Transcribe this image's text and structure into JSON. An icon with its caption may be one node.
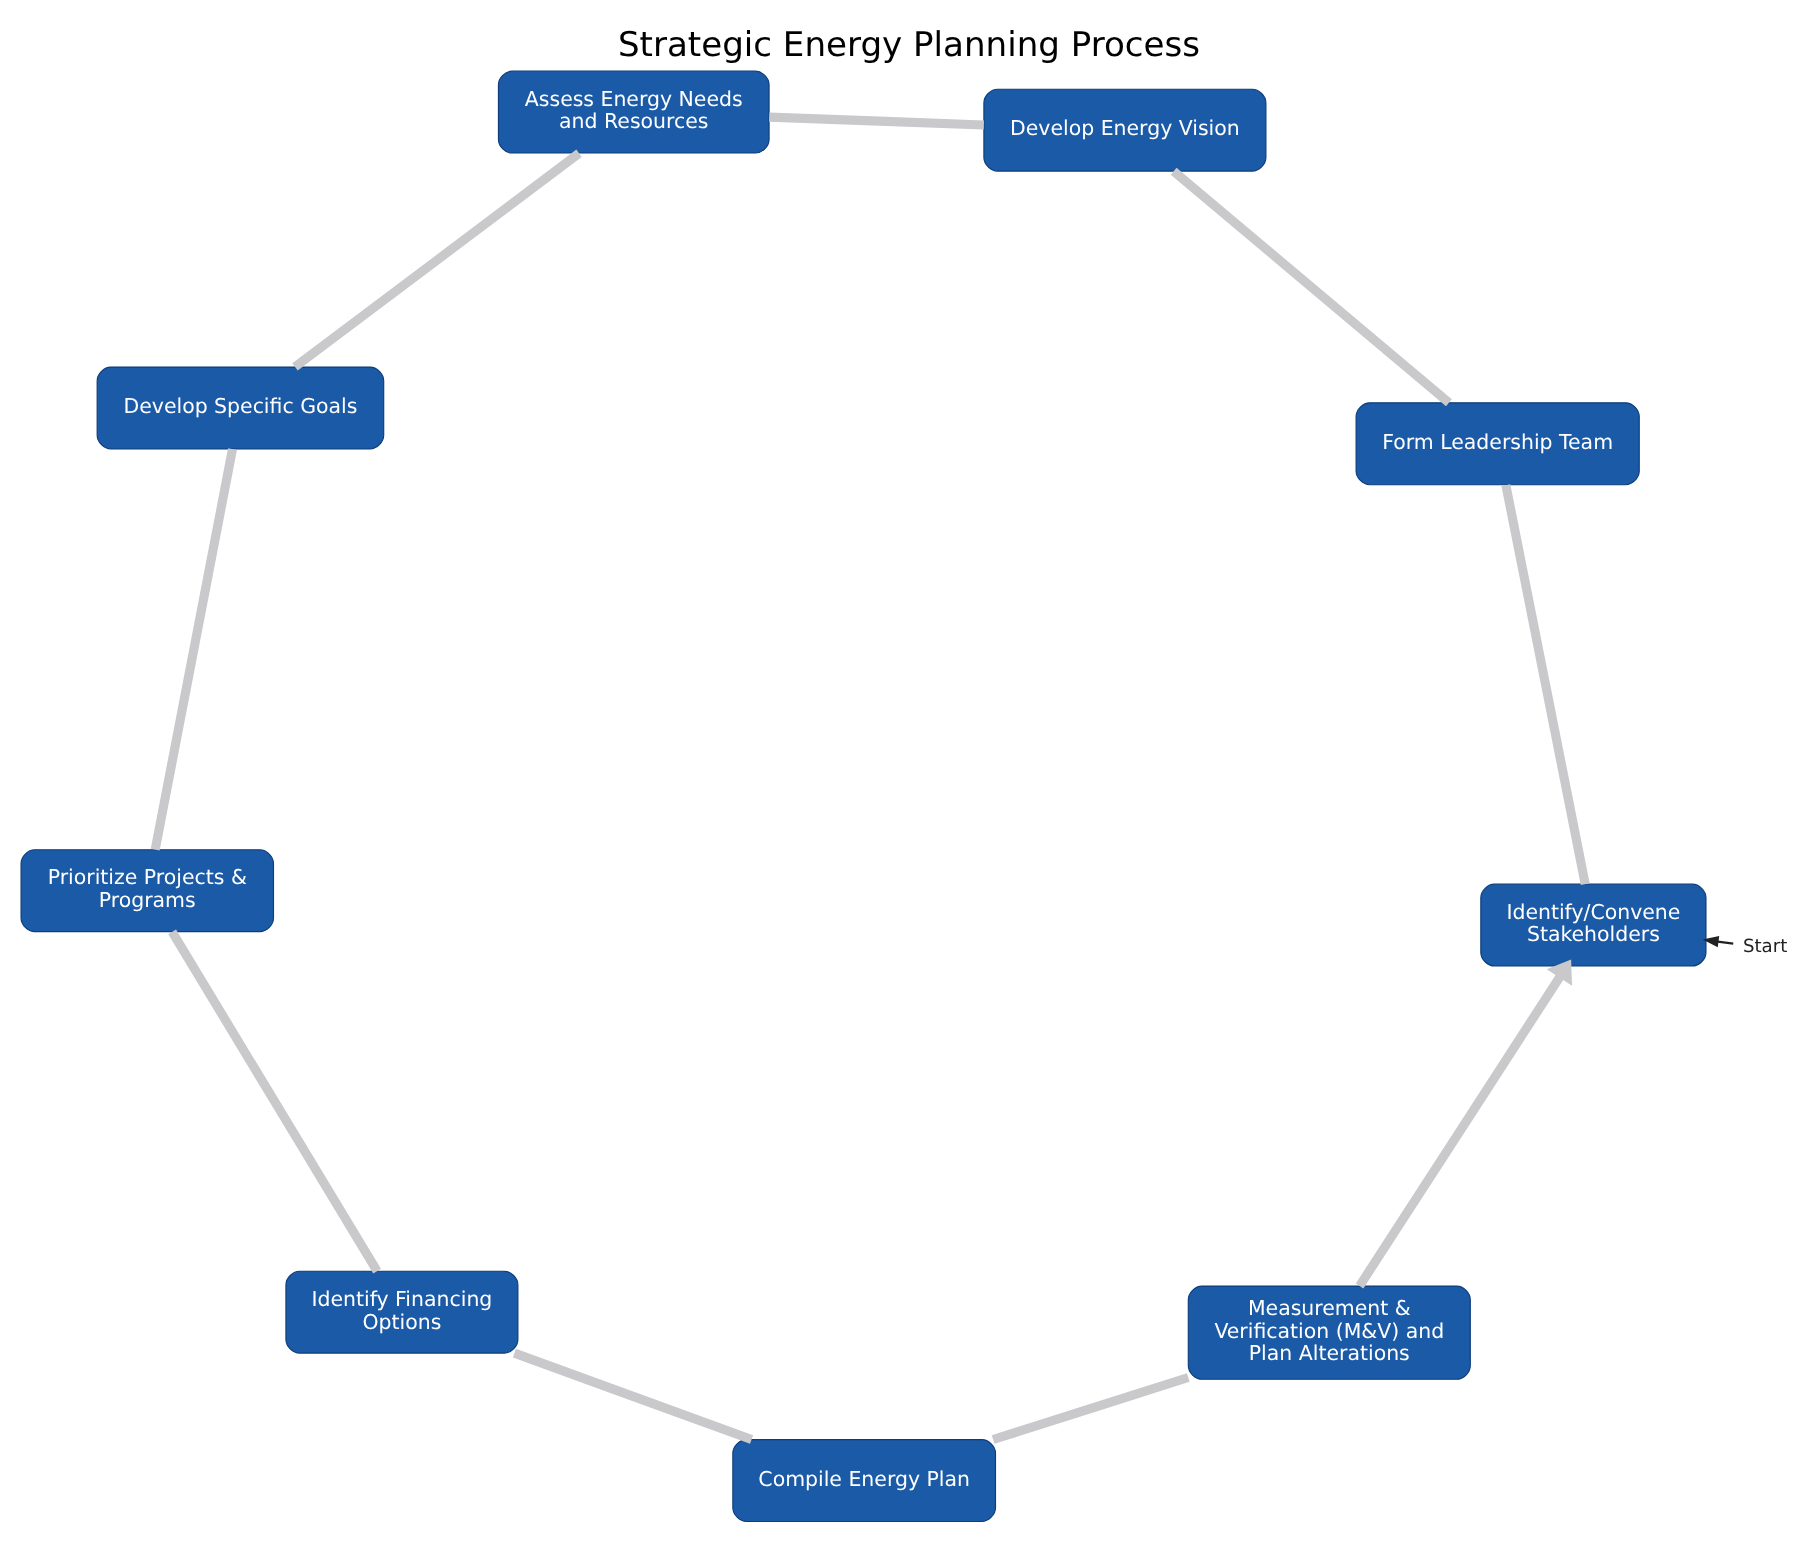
{
  "diagram": {
    "title": "Strategic Energy Planning Process",
    "nodes": [
      {
        "text": [
          "Start"
        ]
      },
      {
        "text": [
          "Measurement & Verification (M&V) and Plan Alterations"
        ]
      },
      {
        "text": [
          "Identify/Convene Stakeholders"
        ]
      },
      {
        "text": [
          "Compile Energy Plan"
        ]
      },
      {
        "text": [
          "Form Leadership Team"
        ]
      },
      {
        "text": [
          "Identify Financing Options"
        ]
      },
      {
        "text": [
          "Develop Energy Vision"
        ]
      },
      {
        "text": [
          "Prioritize Projects & Programs"
        ]
      },
      {
        "text": [
          "Assess Energy Needs and Resources"
        ]
      },
      {
        "text": [
          "Develop Specific Goals"
        ]
      }
    ],
    "edges": [
      {
        "from": 0,
        "to": 2,
        "arrow": "to",
        "color": "#222222"
      },
      {
        "from": 2,
        "to": 4,
        "arrow": "none"
      },
      {
        "from": 4,
        "to": 6,
        "arrow": "none"
      },
      {
        "from": 6,
        "to": 8,
        "arrow": "none"
      },
      {
        "from": 8,
        "to": 9,
        "arrow": "none"
      },
      {
        "from": 9,
        "to": 7,
        "arrow": "none"
      },
      {
        "from": 7,
        "to": 5,
        "arrow": "none"
      },
      {
        "from": 5,
        "to": 3,
        "arrow": "none"
      },
      {
        "from": 3,
        "to": 1,
        "arrow": "none"
      },
      {
        "from": 1,
        "to": 2,
        "arrow": "to"
      }
    ]
  }
}
